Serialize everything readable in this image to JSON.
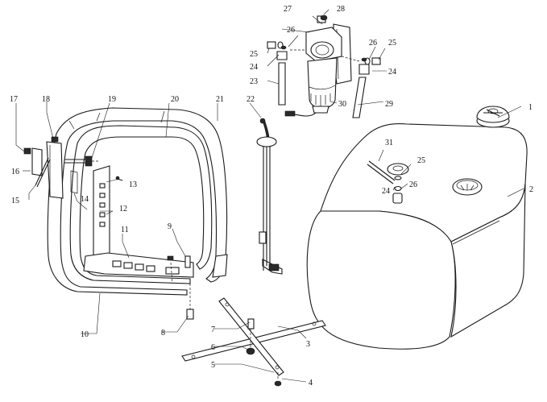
{
  "diagram": {
    "callouts": [
      {
        "id": "c1",
        "label": "1"
      },
      {
        "id": "c2",
        "label": "2"
      },
      {
        "id": "c3",
        "label": "3"
      },
      {
        "id": "c4",
        "label": "4"
      },
      {
        "id": "c5",
        "label": "5"
      },
      {
        "id": "c6",
        "label": "6"
      },
      {
        "id": "c7",
        "label": "7"
      },
      {
        "id": "c8",
        "label": "8"
      },
      {
        "id": "c9",
        "label": "9"
      },
      {
        "id": "c10",
        "label": "10"
      },
      {
        "id": "c11",
        "label": "11"
      },
      {
        "id": "c12",
        "label": "12"
      },
      {
        "id": "c13",
        "label": "13"
      },
      {
        "id": "c14",
        "label": "14"
      },
      {
        "id": "c15",
        "label": "15"
      },
      {
        "id": "c16",
        "label": "16"
      },
      {
        "id": "c17",
        "label": "17"
      },
      {
        "id": "c18",
        "label": "18"
      },
      {
        "id": "c19",
        "label": "19"
      },
      {
        "id": "c20",
        "label": "20"
      },
      {
        "id": "c21",
        "label": "21"
      },
      {
        "id": "c22",
        "label": "22"
      },
      {
        "id": "c23",
        "label": "23"
      },
      {
        "id": "c24a",
        "label": "24"
      },
      {
        "id": "c24b",
        "label": "24"
      },
      {
        "id": "c24c",
        "label": "24"
      },
      {
        "id": "c25a",
        "label": "25"
      },
      {
        "id": "c25b",
        "label": "25"
      },
      {
        "id": "c25c",
        "label": "25"
      },
      {
        "id": "c26a",
        "label": "26"
      },
      {
        "id": "c26b",
        "label": "26"
      },
      {
        "id": "c26c",
        "label": "26"
      },
      {
        "id": "c27",
        "label": "27"
      },
      {
        "id": "c28",
        "label": "28"
      },
      {
        "id": "c29",
        "label": "29"
      },
      {
        "id": "c30",
        "label": "30"
      },
      {
        "id": "c31",
        "label": "31"
      }
    ]
  }
}
